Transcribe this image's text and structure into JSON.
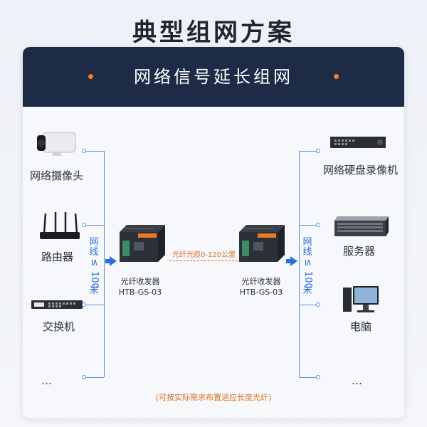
{
  "title": "典型组网方案",
  "banner": {
    "text": "网络信号延长组网"
  },
  "left_devices": [
    {
      "label": "网络摄像头",
      "icon": "camera-icon"
    },
    {
      "label": "路由器",
      "icon": "router-icon"
    },
    {
      "label": "交换机",
      "icon": "switch-icon"
    },
    {
      "label": "…",
      "icon": ""
    }
  ],
  "right_devices": [
    {
      "label": "网络硬盘录像机",
      "icon": "nvr-icon"
    },
    {
      "label": "服务器",
      "icon": "server-icon"
    },
    {
      "label": "电脑",
      "icon": "computer-icon"
    },
    {
      "label": "…",
      "icon": ""
    }
  ],
  "cable_label": {
    "text": "网线",
    "symbol": "≤",
    "length": "100",
    "unit": "米"
  },
  "converter_left": {
    "name": "光纤收发器",
    "model": "HTB-GS-03"
  },
  "converter_right": {
    "name": "光纤收发器",
    "model": "HTB-GS-03"
  },
  "fiber_label": "光纤光缆0-120公里",
  "note": "(可按实际需求布置适应长度光纤)",
  "colors": {
    "banner": "#1e2b47",
    "accent": "#ff7a1f",
    "line": "#5b8fe0",
    "fiber": "#e0701f"
  }
}
